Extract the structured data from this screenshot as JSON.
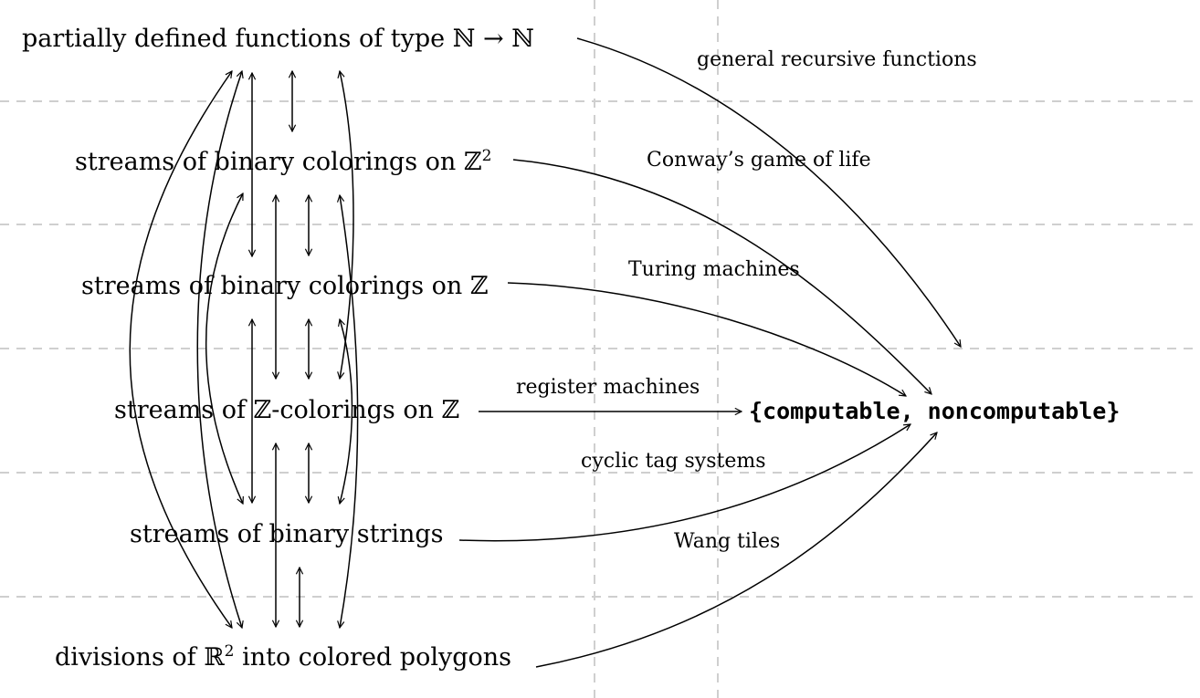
{
  "nodes": {
    "partial_functions": {
      "pre": "partially defined functions of type ℕ → ℕ",
      "sup": ""
    },
    "colorings_z2": {
      "pre": "streams of binary colorings on ℤ",
      "sup": "2"
    },
    "colorings_z": {
      "pre": "streams of binary colorings on ℤ",
      "sup": ""
    },
    "z_colorings_z": {
      "pre": "streams of ℤ-colorings on ℤ",
      "sup": ""
    },
    "binary_strings": {
      "pre": "streams of binary strings",
      "sup": ""
    },
    "polygons": {
      "pre": "divisions of ℝ",
      "sup": "2",
      "post": " into colored polygons"
    },
    "target": {
      "text": "{computable, noncomputable}"
    }
  },
  "edge_labels": {
    "general_recursive": "general recursive functions",
    "conway": "Conway’s game of life",
    "turing": "Turing machines",
    "register": "register machines",
    "cyclic_tag": "cyclic tag systems",
    "wang": "Wang tiles"
  }
}
